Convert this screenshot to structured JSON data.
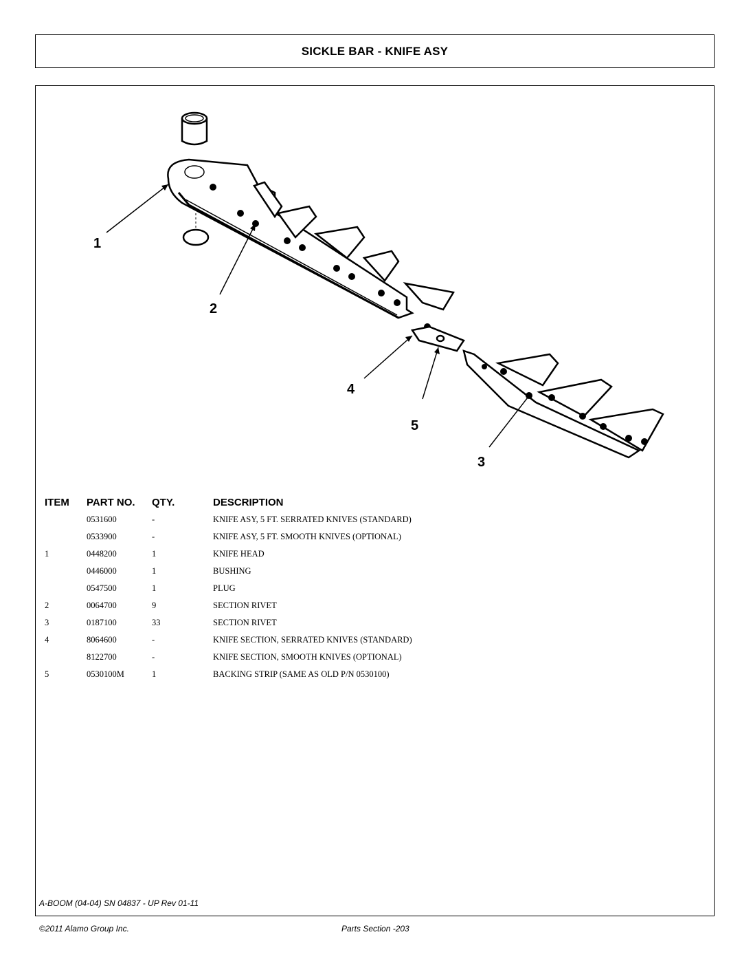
{
  "title": "SICKLE BAR - KNIFE ASY",
  "headers": {
    "item": "ITEM",
    "part_no": "PART NO.",
    "qty": "QTY.",
    "description": "DESCRIPTION"
  },
  "rows": [
    {
      "item": "",
      "part_no": "0531600",
      "qty": "-",
      "description": "KNIFE ASY,  5 FT. SERRATED KNIVES (STANDARD)"
    },
    {
      "item": "",
      "part_no": "0533900",
      "qty": "-",
      "description": "KNIFE ASY, 5 FT. SMOOTH KNIVES (OPTIONAL)"
    },
    {
      "item": "1",
      "part_no": "0448200",
      "qty": "1",
      "description": "KNIFE HEAD"
    },
    {
      "item": "",
      "part_no": "0446000",
      "qty": "1",
      "description": "BUSHING"
    },
    {
      "item": "",
      "part_no": "0547500",
      "qty": "1",
      "description": "PLUG"
    },
    {
      "item": "2",
      "part_no": "0064700",
      "qty": "9",
      "description": "SECTION RIVET"
    },
    {
      "item": "3",
      "part_no": "0187100",
      "qty": "33",
      "description": "SECTION RIVET"
    },
    {
      "item": "4",
      "part_no": "8064600",
      "qty": "-",
      "description": "KNIFE SECTION, SERRATED KNIVES (STANDARD)"
    },
    {
      "item": "",
      "part_no": "8122700",
      "qty": "-",
      "description": "KNIFE SECTION, SMOOTH KNIVES (OPTIONAL)"
    },
    {
      "item": "5",
      "part_no": "0530100M",
      "qty": "1",
      "description": "BACKING STRIP (SAME AS OLD P/N 0530100)"
    }
  ],
  "diagram": {
    "callouts": [
      "1",
      "2",
      "3",
      "4",
      "5"
    ]
  },
  "footer": {
    "model_ref": "A-BOOM (04-04) SN 04837 - UP Rev 01-11",
    "copyright": "©2011 Alamo Group Inc.",
    "page": "Parts Section -203"
  }
}
